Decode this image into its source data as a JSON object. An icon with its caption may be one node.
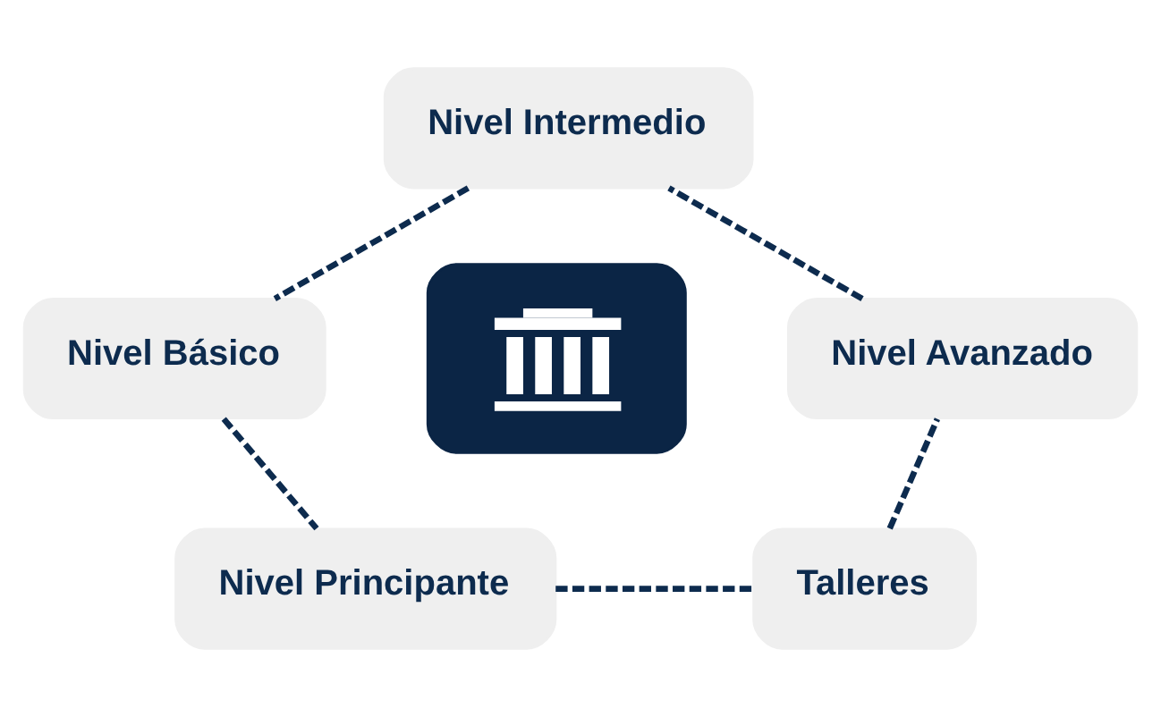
{
  "diagram": {
    "nodes": [
      {
        "text": [
          "Nivel Intermedio"
        ]
      },
      {
        "text": [
          "Nivel Básico"
        ]
      },
      {
        "text": [],
        "shape": "picture"
      },
      {
        "text": [
          "Nivel Avanzado"
        ]
      },
      {
        "text": [
          "Nivel Principante"
        ]
      },
      {
        "text": [
          "Talleres"
        ]
      }
    ],
    "edges": [
      {
        "from": 0,
        "to": 1,
        "arrow": "none",
        "style": "dashed"
      },
      {
        "from": 1,
        "to": 4,
        "arrow": "none",
        "style": "dashed"
      },
      {
        "from": 4,
        "to": 5,
        "arrow": "none",
        "style": "dashed"
      },
      {
        "from": 5,
        "to": 3,
        "arrow": "none",
        "style": "dashed"
      },
      {
        "from": 3,
        "to": 0,
        "arrow": "none",
        "style": "dashed"
      }
    ]
  }
}
